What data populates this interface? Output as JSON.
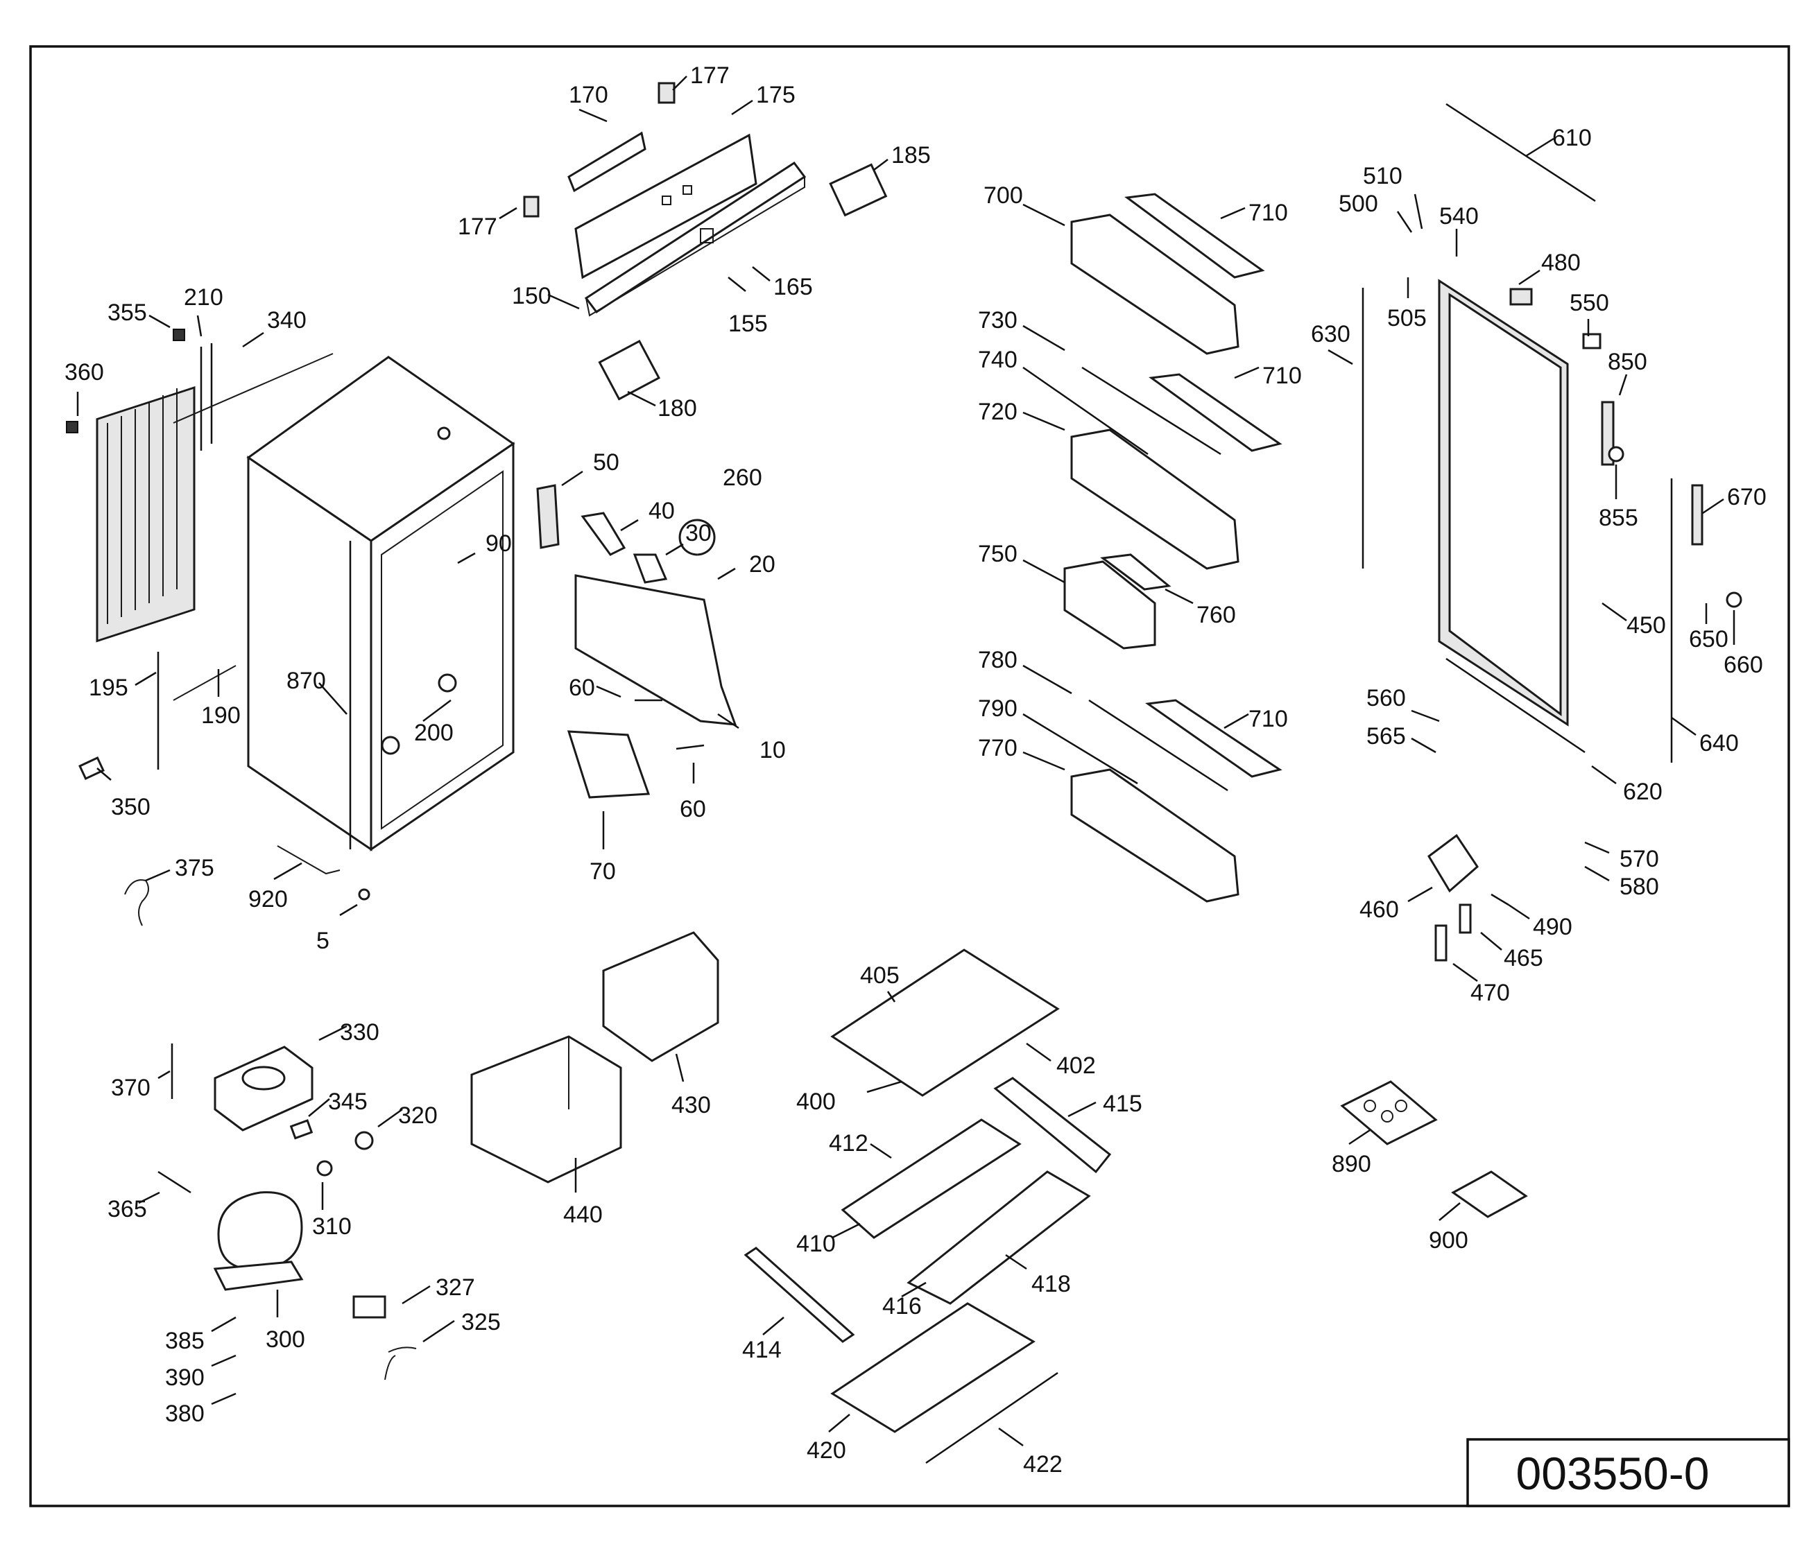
{
  "drawing_number": "003550-0",
  "parts": [
    {
      "id": "p170",
      "label": "170"
    },
    {
      "id": "p177a",
      "label": "177"
    },
    {
      "id": "p175",
      "label": "175"
    },
    {
      "id": "p185",
      "label": "185"
    },
    {
      "id": "p177b",
      "label": "177"
    },
    {
      "id": "p150",
      "label": "150"
    },
    {
      "id": "p165",
      "label": "165"
    },
    {
      "id": "p155",
      "label": "155"
    },
    {
      "id": "p180",
      "label": "180"
    },
    {
      "id": "p355",
      "label": "355"
    },
    {
      "id": "p210",
      "label": "210"
    },
    {
      "id": "p340",
      "label": "340"
    },
    {
      "id": "p360",
      "label": "360"
    },
    {
      "id": "p50",
      "label": "50"
    },
    {
      "id": "p260",
      "label": "260"
    },
    {
      "id": "p40",
      "label": "40"
    },
    {
      "id": "p30",
      "label": "30"
    },
    {
      "id": "p90",
      "label": "90"
    },
    {
      "id": "p20",
      "label": "20"
    },
    {
      "id": "p195",
      "label": "195"
    },
    {
      "id": "p190",
      "label": "190"
    },
    {
      "id": "p870",
      "label": "870"
    },
    {
      "id": "p200",
      "label": "200"
    },
    {
      "id": "p60a",
      "label": "60"
    },
    {
      "id": "p10",
      "label": "10"
    },
    {
      "id": "p60b",
      "label": "60"
    },
    {
      "id": "p350",
      "label": "350"
    },
    {
      "id": "p70",
      "label": "70"
    },
    {
      "id": "p375",
      "label": "375"
    },
    {
      "id": "p920",
      "label": "920"
    },
    {
      "id": "p5",
      "label": "5"
    },
    {
      "id": "p700",
      "label": "700"
    },
    {
      "id": "p710a",
      "label": "710"
    },
    {
      "id": "p730",
      "label": "730"
    },
    {
      "id": "p740",
      "label": "740"
    },
    {
      "id": "p710b",
      "label": "710"
    },
    {
      "id": "p720",
      "label": "720"
    },
    {
      "id": "p750",
      "label": "750"
    },
    {
      "id": "p760",
      "label": "760"
    },
    {
      "id": "p780",
      "label": "780"
    },
    {
      "id": "p790",
      "label": "790"
    },
    {
      "id": "p710c",
      "label": "710"
    },
    {
      "id": "p770",
      "label": "770"
    },
    {
      "id": "p610",
      "label": "610"
    },
    {
      "id": "p510",
      "label": "510"
    },
    {
      "id": "p500",
      "label": "500"
    },
    {
      "id": "p540",
      "label": "540"
    },
    {
      "id": "p480",
      "label": "480"
    },
    {
      "id": "p505",
      "label": "505"
    },
    {
      "id": "p630",
      "label": "630"
    },
    {
      "id": "p550",
      "label": "550"
    },
    {
      "id": "p850",
      "label": "850"
    },
    {
      "id": "p855",
      "label": "855"
    },
    {
      "id": "p670",
      "label": "670"
    },
    {
      "id": "p450",
      "label": "450"
    },
    {
      "id": "p650",
      "label": "650"
    },
    {
      "id": "p660",
      "label": "660"
    },
    {
      "id": "p560",
      "label": "560"
    },
    {
      "id": "p565",
      "label": "565"
    },
    {
      "id": "p640",
      "label": "640"
    },
    {
      "id": "p620",
      "label": "620"
    },
    {
      "id": "p570",
      "label": "570"
    },
    {
      "id": "p580",
      "label": "580"
    },
    {
      "id": "p460",
      "label": "460"
    },
    {
      "id": "p490",
      "label": "490"
    },
    {
      "id": "p465",
      "label": "465"
    },
    {
      "id": "p470",
      "label": "470"
    },
    {
      "id": "p330",
      "label": "330"
    },
    {
      "id": "p370",
      "label": "370"
    },
    {
      "id": "p345",
      "label": "345"
    },
    {
      "id": "p320",
      "label": "320"
    },
    {
      "id": "p365",
      "label": "365"
    },
    {
      "id": "p310",
      "label": "310"
    },
    {
      "id": "p385",
      "label": "385"
    },
    {
      "id": "p300",
      "label": "300"
    },
    {
      "id": "p390",
      "label": "390"
    },
    {
      "id": "p380",
      "label": "380"
    },
    {
      "id": "p327",
      "label": "327"
    },
    {
      "id": "p325",
      "label": "325"
    },
    {
      "id": "p430",
      "label": "430"
    },
    {
      "id": "p440",
      "label": "440"
    },
    {
      "id": "p405",
      "label": "405"
    },
    {
      "id": "p402",
      "label": "402"
    },
    {
      "id": "p400",
      "label": "400"
    },
    {
      "id": "p415",
      "label": "415"
    },
    {
      "id": "p412",
      "label": "412"
    },
    {
      "id": "p410",
      "label": "410"
    },
    {
      "id": "p418",
      "label": "418"
    },
    {
      "id": "p416",
      "label": "416"
    },
    {
      "id": "p414",
      "label": "414"
    },
    {
      "id": "p420",
      "label": "420"
    },
    {
      "id": "p422",
      "label": "422"
    },
    {
      "id": "p890",
      "label": "890"
    },
    {
      "id": "p900",
      "label": "900"
    }
  ]
}
